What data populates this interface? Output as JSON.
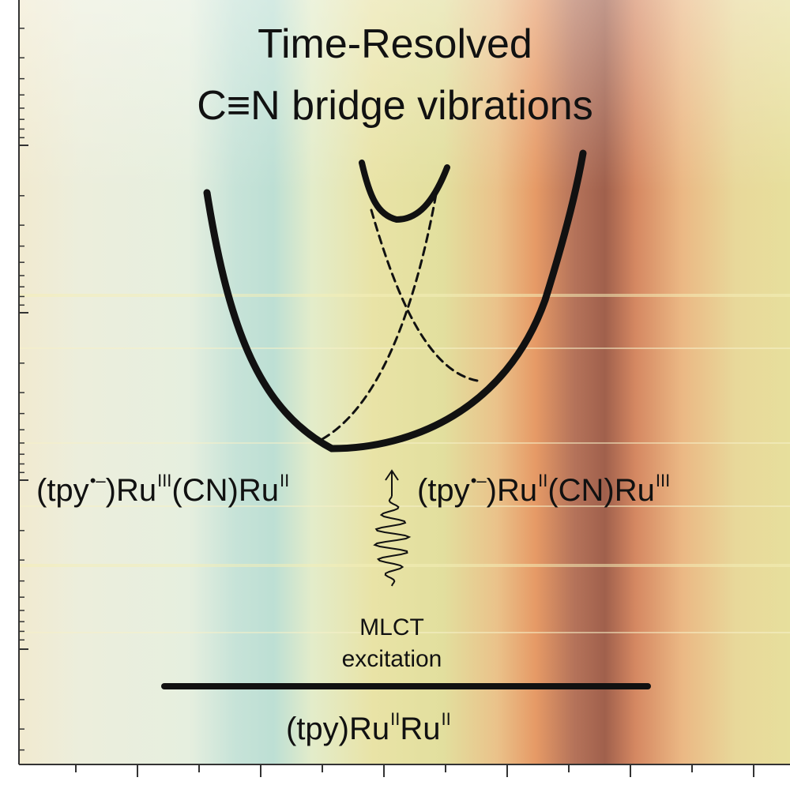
{
  "title": {
    "line1": "Time-Resolved",
    "line2": "C≡N bridge vibrations"
  },
  "states": {
    "left": {
      "pre": "(tpy",
      "rad": "•–",
      "mid1": ")Ru",
      "ox1": "III",
      "mid2": "(CN)Ru",
      "ox2": "II"
    },
    "right": {
      "pre": "(tpy",
      "rad": "•–",
      "mid1": ")Ru",
      "ox1": "II",
      "mid2": "(CN)Ru",
      "ox2": "III"
    },
    "ground": {
      "pre": "(tpy)Ru",
      "ox1": "II",
      "mid": "Ru",
      "ox2": "II"
    }
  },
  "excitation": {
    "line1": "MLCT",
    "line2": "excitation"
  },
  "colors": {
    "background_left": "#e8efd6",
    "teal_band": "#b9dccf",
    "yellow_band": "#e4e2a2",
    "orange_band": "#e8925e",
    "dark_band": "#9a5a48",
    "curve": "#111111"
  },
  "axes": {
    "y_scale": "log",
    "y_tick_labels_shown": false,
    "x_tick_labels_shown": false
  }
}
